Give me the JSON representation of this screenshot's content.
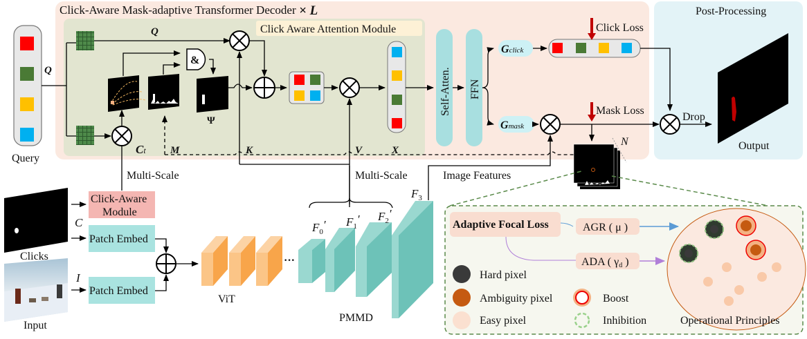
{
  "decoder": {
    "title": "Click-Aware Mask-adaptive Transformer Decoder",
    "repeat": "× L",
    "caam_title": "Click Aware Attention Module",
    "q_label": "Q",
    "ct_label": "C",
    "ct_sub": "t",
    "m_label": "M",
    "k_label": "K",
    "v_label": "V",
    "x_label": "X",
    "psi_label": "Ψ",
    "and_label": "&",
    "self_atten": "Self-Atten.",
    "ffn": "FFN",
    "g_click": "G",
    "g_click_sub": "click",
    "g_mask": "G",
    "g_mask_sub": "mask",
    "click_loss": "Click Loss",
    "mask_loss": "Mask Loss",
    "n_label": "N"
  },
  "query": {
    "label": "Query",
    "q_label": "Q",
    "colors": [
      "#ff0000",
      "#4a7a35",
      "#ffc000",
      "#00b0f0"
    ]
  },
  "post_processing": {
    "title": "Post-Processing",
    "drop": "Drop",
    "output": "Output"
  },
  "encoder": {
    "multi_scale_1": "Multi-Scale",
    "multi_scale_2": "Multi-Scale",
    "image_features": "Image Features",
    "click_aware_module_l1": "Click-Aware",
    "click_aware_module_l2": "Module",
    "patch_embed_1": "Patch Embed",
    "patch_embed_2": "Patch Embed",
    "c_label": "C",
    "i_label": "I",
    "clicks": "Clicks",
    "input": "Input",
    "vit": "ViT",
    "ellipsis": "···",
    "pmmd": "PMMD",
    "f0": "F",
    "f0_sub": "0",
    "f1": "F",
    "f1_sub": "1",
    "f2": "F",
    "f2_sub": "2",
    "f3": "F",
    "f3_sub": "3",
    "prime": "′"
  },
  "afl": {
    "title": "Adaptive Focal Loss",
    "agr": "AGR ( μ )",
    "ada": "ADA ( γ",
    "ada_sub": "d",
    "ada_close": " )",
    "legend": {
      "hard": "Hard pixel",
      "ambiguity": "Ambiguity pixel",
      "easy": "Easy pixel",
      "boost": "Boost",
      "inhibition": "Inhibition"
    },
    "principles": "Operational Principles"
  },
  "colors": {
    "decoder_bg": "#fbe9e0",
    "caam_bg": "#e2e5d0",
    "post_bg": "#e3f3f7",
    "teal": "#a8dfe0",
    "pink_module": "#f4b6b2",
    "patch_embed": "#a9e3e0",
    "vit_orange": "#f8a54a",
    "pmmd_teal": "#6dc2b8",
    "loss_red": "#c00000",
    "afl_bg": "#f6f7ef",
    "afl_pill": "#f9ddd0",
    "hard": "#3a3a3a",
    "ambiguity": "#c55a11",
    "easy": "#f9d0b8"
  }
}
